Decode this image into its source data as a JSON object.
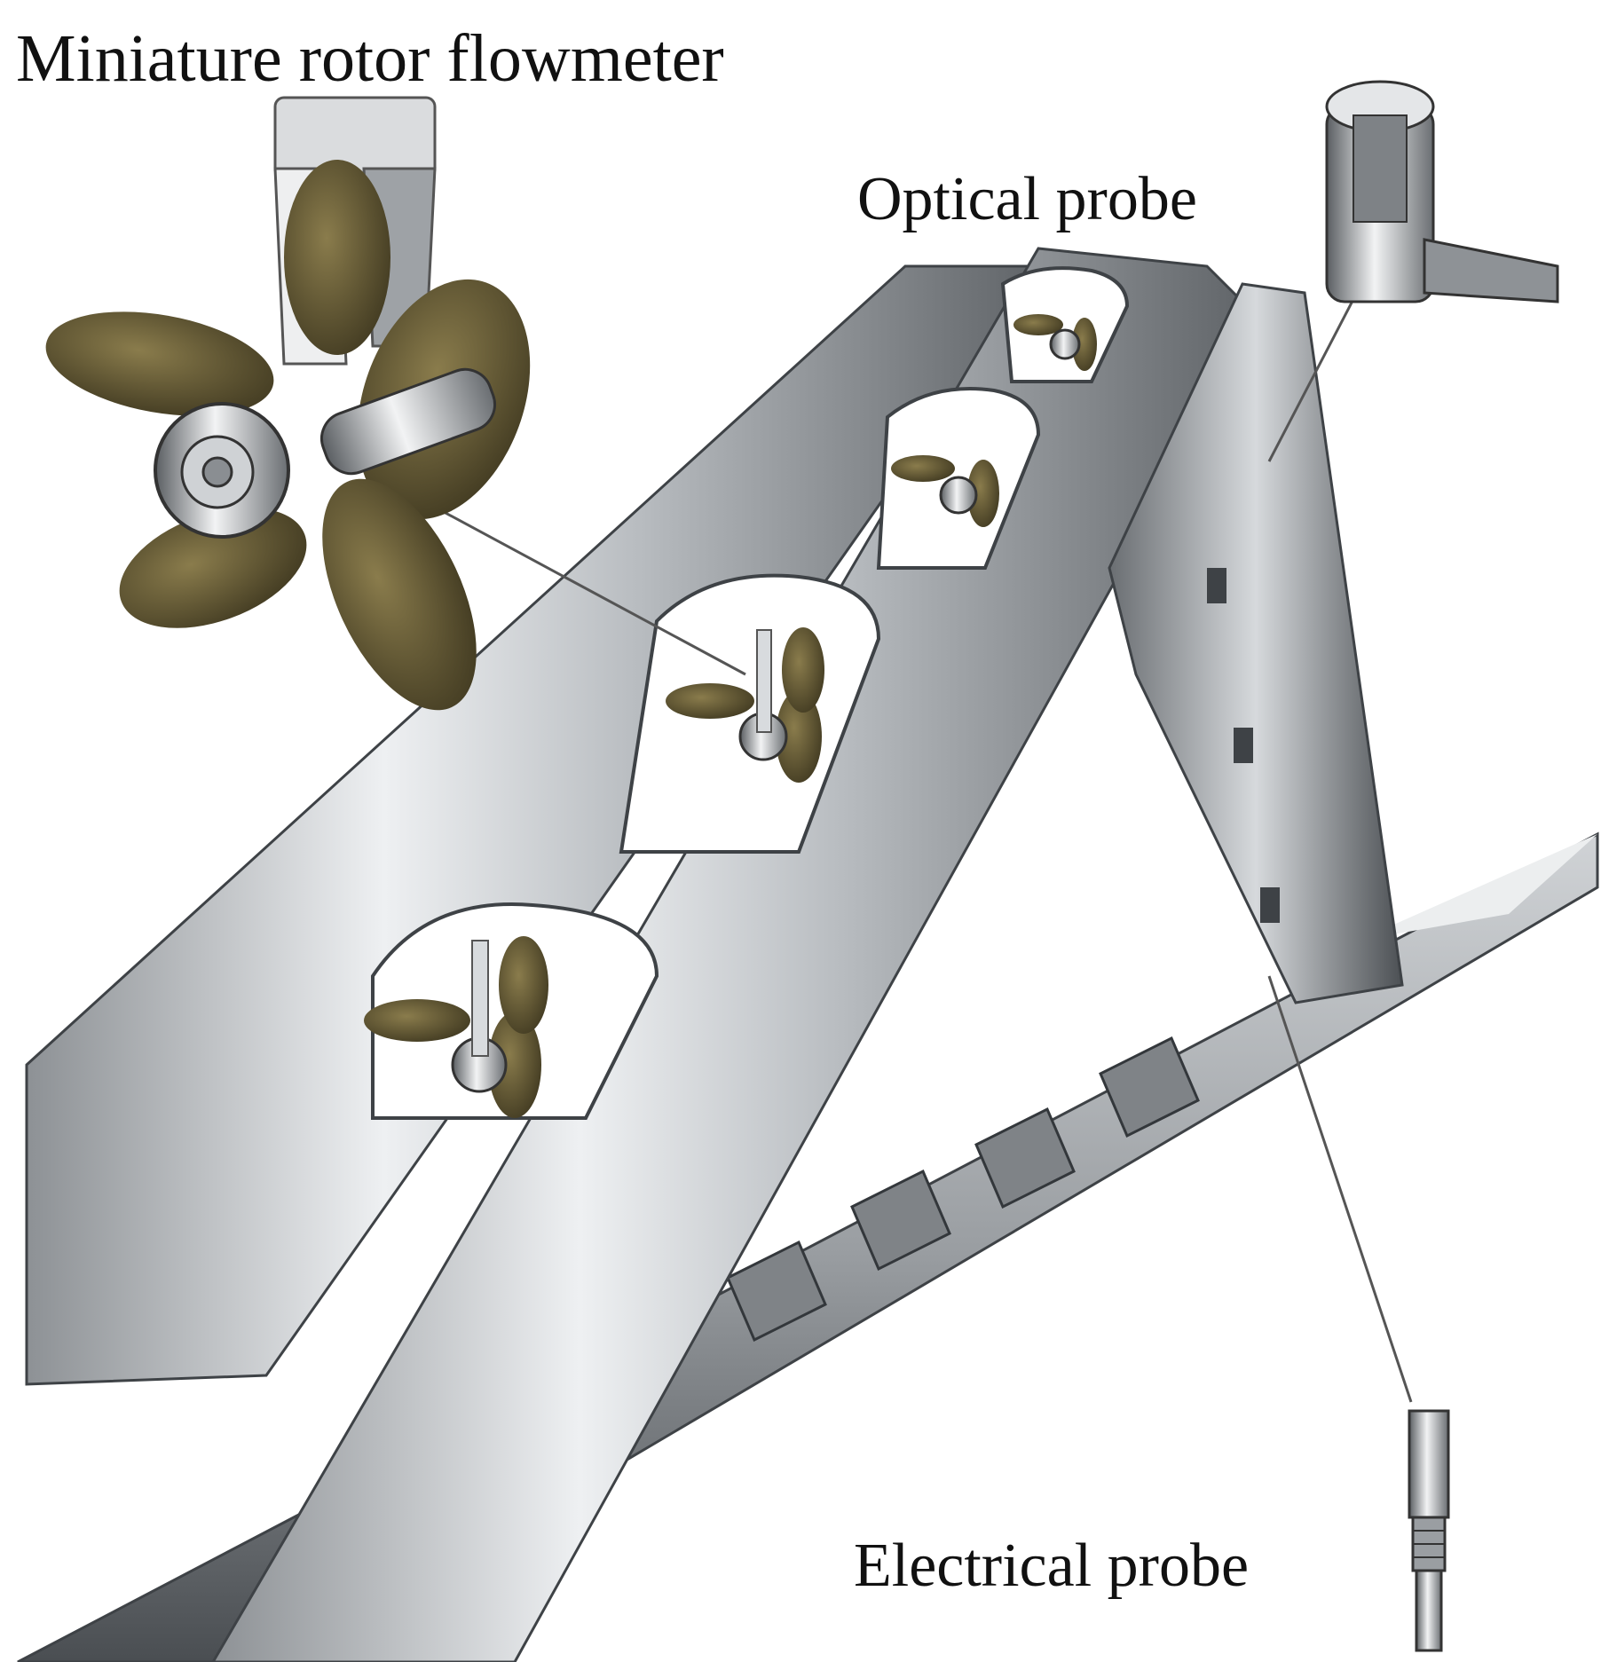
{
  "labels": {
    "rotor_flowmeter": "Miniature rotor flowmeter",
    "optical_probe": "Optical probe",
    "electrical_probe": "Electrical probe"
  },
  "icons": {
    "rotor": "propeller-rotor-icon",
    "optical": "optical-probe-icon",
    "electrical": "electrical-probe-icon"
  },
  "colors": {
    "metal_light": "#e6e8ea",
    "metal_mid": "#a8acb0",
    "metal_dark": "#55595d",
    "blade": "#6b5f3a",
    "blade_dark": "#3f3820",
    "leader": "#555555"
  }
}
